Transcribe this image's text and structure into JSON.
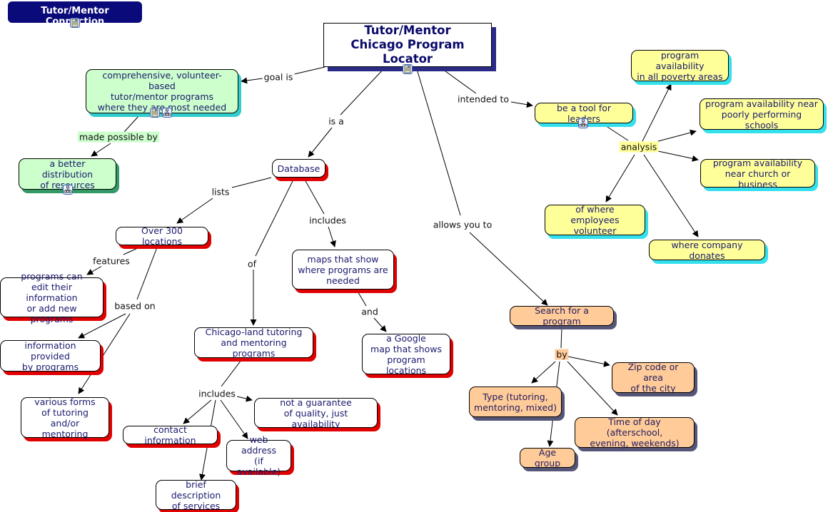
{
  "banner": {
    "label": "Tutor/Mentor Connection",
    "icon": "document-icon"
  },
  "title": {
    "line": "Tutor/Mentor\nChicago Program Locator",
    "icon": "document-icon"
  },
  "nodes": {
    "goal": "comprehensive, volunteer-based\ntutor/mentor programs\nwhere they are most needed",
    "distribution": "a better distribution\nof resources",
    "database": "Database",
    "over300": "Over 300 locations",
    "edit": "programs can\nedit their information\nor add new programs",
    "infoProvided": "information provided\nby programs",
    "variousForms": "various forms\nof tutoring and/or\nmentoring",
    "chicagoland": "Chicago-land tutoring\nand mentoring programs",
    "notGuarantee": "not a guarantee\nof quality, just availability",
    "contact": "contact information",
    "web": "web address\n(if available)",
    "brief": "brief description\nof services",
    "maps": "maps that show\nwhere programs are\nneeded",
    "google": "a Google\nmap that shows\nprogram locations",
    "tool": "be a tool for leaders",
    "poverty": "program availability\nin all poverty areas",
    "schools": "program availability near\npoorly performing schools",
    "church": "program availability\nnear church or business",
    "employees": "of where\nemployees volunteer",
    "donates": "where company donates",
    "search": "Search for a program",
    "zip": "Zip code or area\nof the city",
    "type": "Type (tutoring,\nmentoring, mixed)",
    "time": "Time of day (afterschool,\nevening, weekends)",
    "age": "Age group"
  },
  "links": {
    "goalIs": "goal is",
    "madePossibleBy": "made possible by",
    "isA": "is a",
    "intendedTo": "intended to",
    "analysis": "analysis",
    "lists": "lists",
    "features": "features",
    "basedOn": "based on",
    "of": "of",
    "includes1": "includes",
    "and": "and",
    "includes2": "includes",
    "allowsYouTo": "allows you to",
    "by": "by"
  },
  "icons": {
    "document": "document-icon",
    "submap": "submap-icon"
  }
}
